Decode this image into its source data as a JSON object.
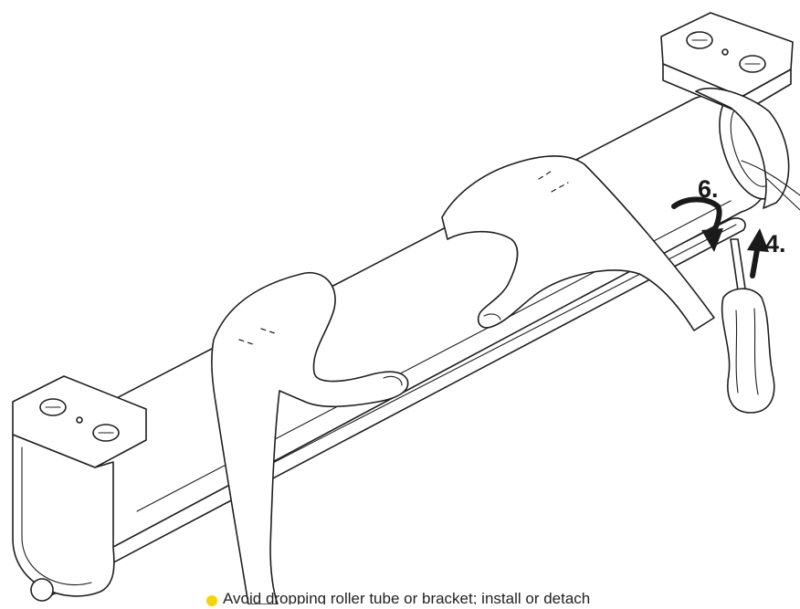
{
  "steps": {
    "rotate_label": "6.",
    "push_label": "4."
  },
  "caption": {
    "text": "Avoid dropping roller tube or bracket; install or detach"
  },
  "colors": {
    "caption_dot": "#f5d400",
    "line_art": "#1f1f1f",
    "tube_shading": "#d9d9d9"
  },
  "icons": {
    "rotate_arrow": "curved-arrow-down-icon",
    "push_arrow": "arrow-up-icon",
    "tool": "screwdriver-icon"
  }
}
